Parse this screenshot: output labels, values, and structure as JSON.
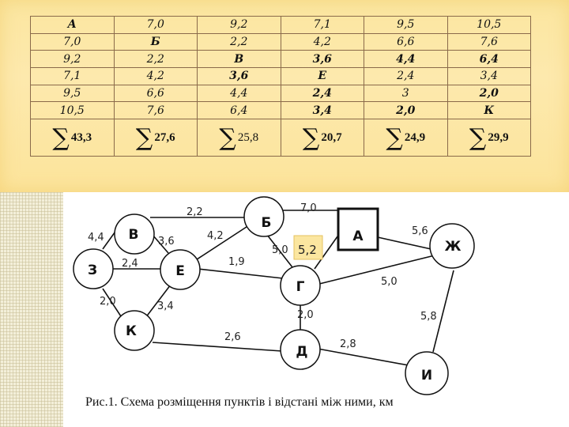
{
  "table": {
    "rows": [
      [
        {
          "t": "А",
          "b": true
        },
        {
          "t": "7,0"
        },
        {
          "t": "9,2"
        },
        {
          "t": "7,1"
        },
        {
          "t": "9,5"
        },
        {
          "t": "10,5"
        }
      ],
      [
        {
          "t": "7,0"
        },
        {
          "t": "Б",
          "b": true
        },
        {
          "t": "2,2"
        },
        {
          "t": "4,2"
        },
        {
          "t": "6,6"
        },
        {
          "t": "7,6"
        }
      ],
      [
        {
          "t": "9,2"
        },
        {
          "t": "2,2"
        },
        {
          "t": "В",
          "b": true
        },
        {
          "t": "3,6",
          "b": true
        },
        {
          "t": "4,4",
          "b": true
        },
        {
          "t": "6,4",
          "b": true
        }
      ],
      [
        {
          "t": "7,1"
        },
        {
          "t": "4,2"
        },
        {
          "t": "3,6",
          "b": true
        },
        {
          "t": "Е",
          "b": true
        },
        {
          "t": "2,4"
        },
        {
          "t": "3,4"
        }
      ],
      [
        {
          "t": "9,5"
        },
        {
          "t": "6,6"
        },
        {
          "t": "4,4"
        },
        {
          "t": "2,4",
          "b": true
        },
        {
          "t": "3"
        },
        {
          "t": "2,0",
          "b": true
        }
      ],
      [
        {
          "t": "10,5"
        },
        {
          "t": "7,6"
        },
        {
          "t": "6,4"
        },
        {
          "t": "3,4",
          "b": true
        },
        {
          "t": "2,0",
          "b": true
        },
        {
          "t": "К",
          "b": true
        }
      ]
    ],
    "sums": [
      {
        "v": "43,3",
        "b": true
      },
      {
        "v": "27,6",
        "b": true
      },
      {
        "v": "25,8",
        "b": false
      },
      {
        "v": "20,7",
        "b": true
      },
      {
        "v": "24,9",
        "b": true
      },
      {
        "v": "29,9",
        "b": true
      }
    ],
    "sigma": "∑"
  },
  "graph": {
    "nodes": {
      "V": "В",
      "Z": "З",
      "E": "Е",
      "K": "К",
      "B": "Б",
      "G": "Г",
      "D": "Д",
      "A": "А",
      "Zh": "Ж",
      "I": "И"
    },
    "edge_labels": {
      "VB": "2,2",
      "ZV": "4,4",
      "VE": "3,6",
      "BE": "4,2",
      "ZE": "2,4",
      "EG": "1,9",
      "BG": "5,0",
      "ZK": "2,0",
      "KE": "3,4",
      "KD": "2,6",
      "GD": "2,0",
      "DI": "2,8",
      "GZh": "5,0",
      "ZhI": "5,8",
      "AZh": "5,6",
      "BA": "7,0",
      "AG": "5,2"
    }
  },
  "caption": "Рис.1.  Схема розміщення пунктів і відстані між ними, км"
}
